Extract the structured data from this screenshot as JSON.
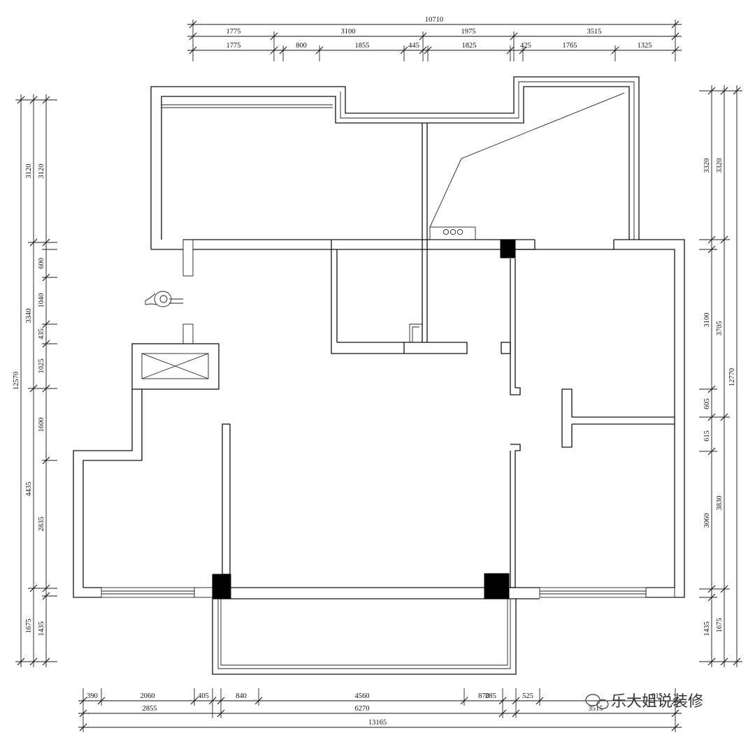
{
  "dimensions": {
    "top_total": "10710",
    "top_row1": [
      "1775",
      "3100",
      "1975",
      "3515"
    ],
    "top_row2": [
      "1775",
      "800",
      "1855",
      "445",
      "1825",
      "425",
      "1765",
      "1325"
    ],
    "bottom_row1": [
      "390",
      "2060",
      "405",
      "840",
      "4560",
      "870",
      "285",
      "525",
      "615"
    ],
    "bottom_row2": [
      "2855",
      "6270",
      "3515"
    ],
    "bottom_total": "13165",
    "left_total": "12570",
    "left_outer": [
      "3120",
      "3340",
      "4435",
      "1675"
    ],
    "left_inner": [
      "3120",
      "600",
      "1040",
      "435",
      "1025",
      "1600",
      "2835",
      "1435"
    ],
    "right_total": "12770",
    "right_outer": [
      "3320",
      "3705",
      "3830",
      "1675"
    ],
    "right_inner": [
      "3320",
      "3100",
      "605",
      "615",
      "3060",
      "1435"
    ]
  },
  "watermark": "乐大姐说装修"
}
